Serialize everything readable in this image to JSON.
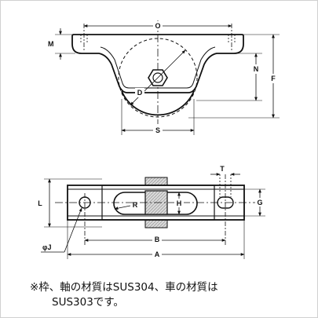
{
  "front_view": {
    "labels": {
      "O": "O",
      "M": "M",
      "N": "N",
      "F": "F",
      "D": "D",
      "S": "S"
    }
  },
  "top_view": {
    "labels": {
      "T": "T",
      "L": "L",
      "R": "R",
      "H": "H",
      "G": "G",
      "B": "B",
      "A": "A",
      "J": "φJ"
    }
  },
  "note": {
    "line1": "※枠、軸の材質はSUS304、車の材質は",
    "line2": "SUS303です。"
  }
}
